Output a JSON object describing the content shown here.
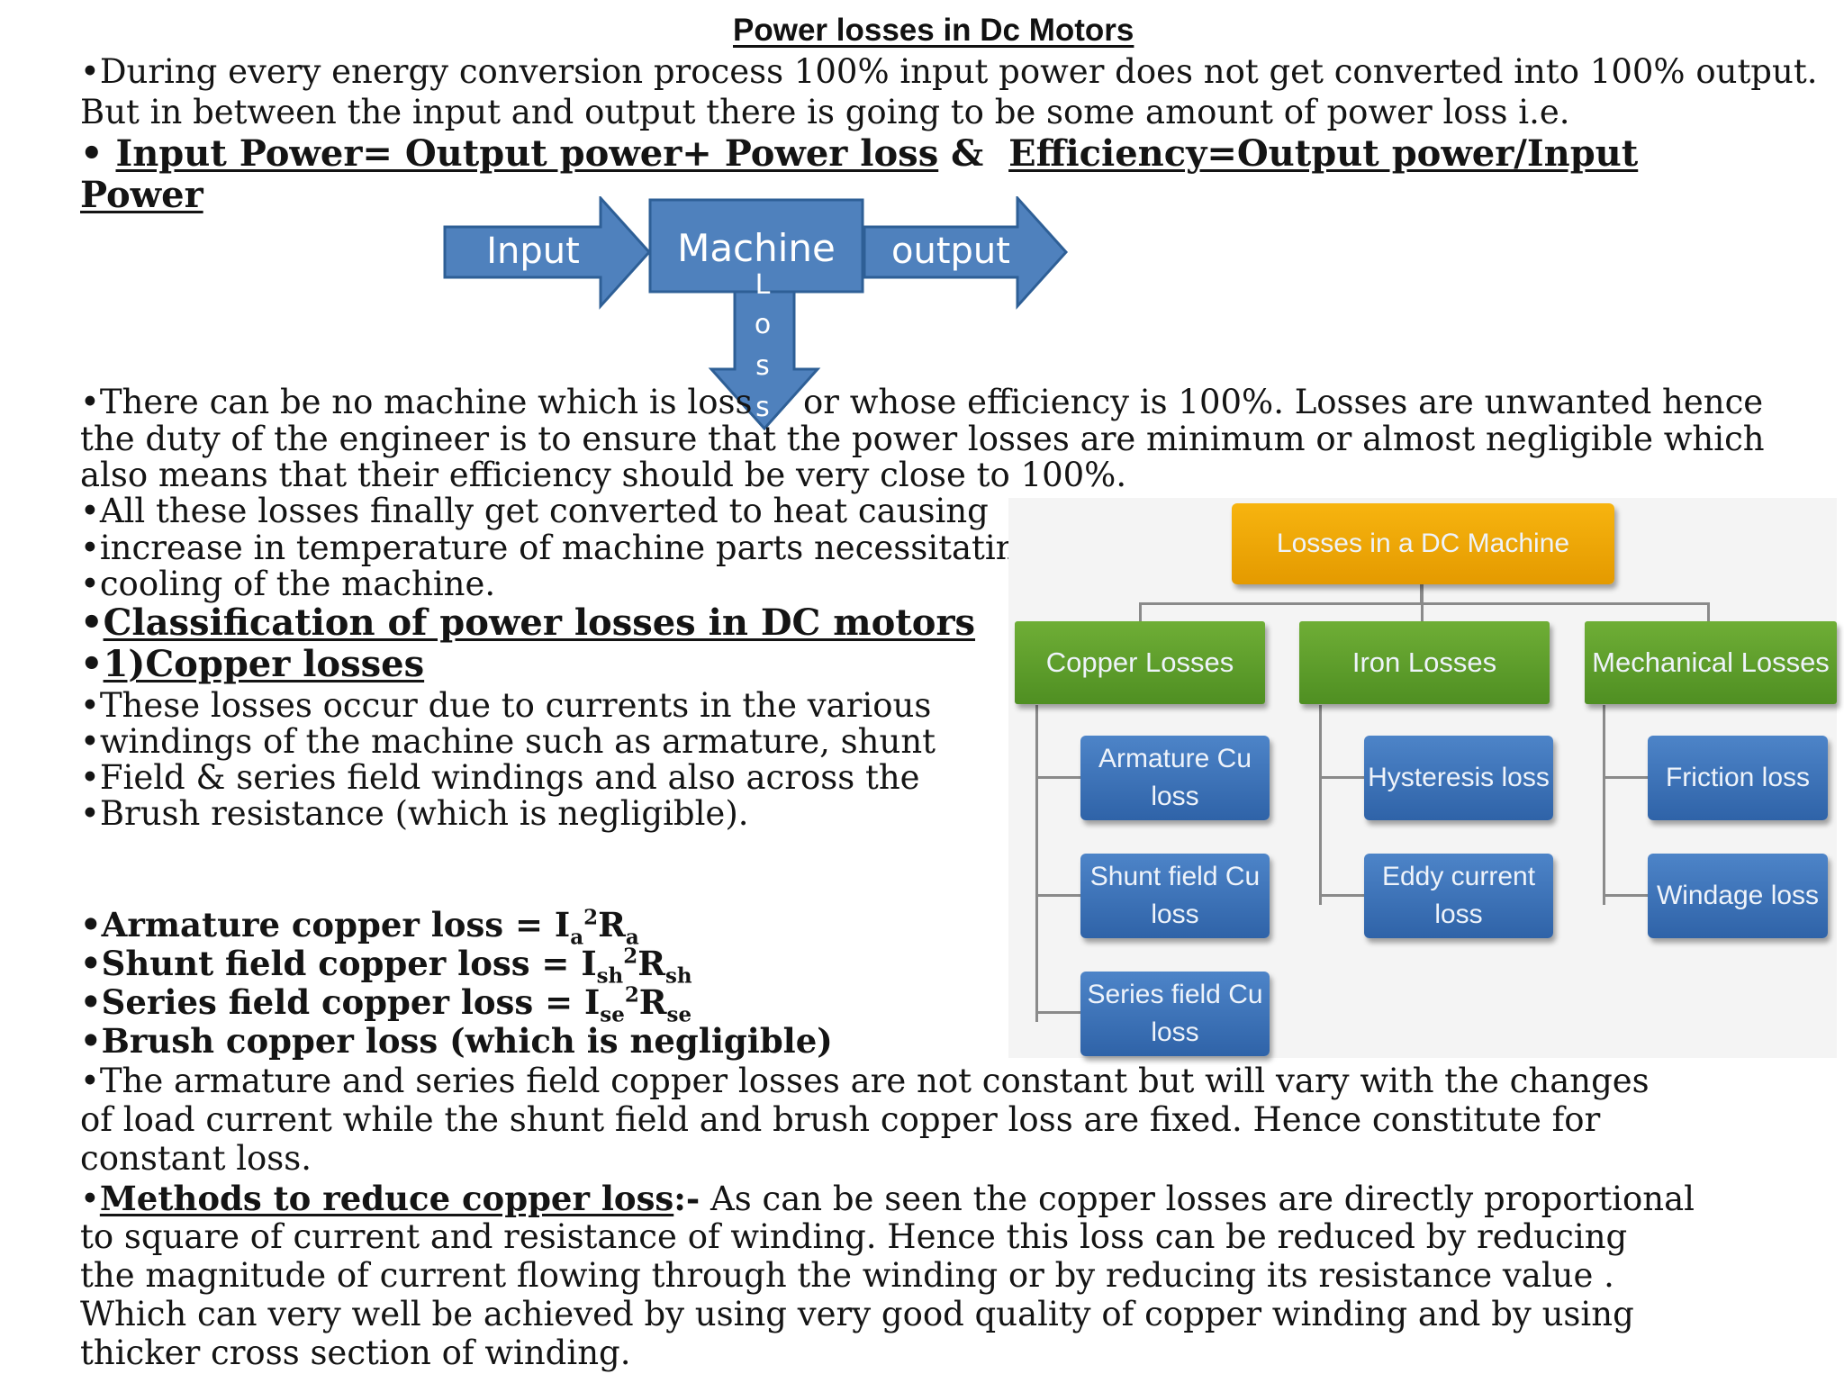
{
  "title": "Power losses in Dc Motors",
  "intro": {
    "line1": "•During every energy conversion process 100% input power does not get converted into 100% output.",
    "line2": "But in between the input and output there is going to be some amount of power loss i.e.",
    "bullet": "• ",
    "formula1": "Input Power= Output power+ Power loss",
    "amp": " & ",
    "formula2a": "Efficiency=Output power/Input",
    "formula2b": "Power"
  },
  "flow": {
    "input": "Input",
    "machine": "Machine",
    "output": "output",
    "loss_letters": [
      "L",
      "o",
      "s",
      "s"
    ]
  },
  "para2": {
    "line1a": "•There can be no machine which is loss",
    "line1b": "or whose efficiency is 100%. Losses are unwanted hence",
    "line2": "the duty of the engineer is to ensure that the power losses are minimum or almost negligible which",
    "line3": "also means that their efficiency should be very close to 100%."
  },
  "heat": [
    "•All these losses finally get converted to heat causing",
    "•increase in temperature of machine parts necessitating",
    "•cooling of the machine."
  ],
  "classification_heading": "Classification of power losses in DC motors",
  "copper_heading": "1)Copper losses",
  "copper_desc": [
    "•These losses occur due to currents in the various",
    "•windings of the machine such as armature, shunt",
    "•Field & series field windings and also across the",
    "•Brush resistance (which is negligible)."
  ],
  "formulas": {
    "armature": {
      "label": "•Armature copper loss = I",
      "s1": "a",
      "mid": "R",
      "s2": "a",
      "sup": "2"
    },
    "shunt": {
      "label": "•Shunt field copper loss = I",
      "s1": "sh",
      "mid": "R",
      "s2": "sh",
      "sup": "2"
    },
    "series": {
      "label": "•Series field copper loss = I",
      "s1": "se",
      "mid": "R",
      "s2": "se",
      "sup": "2"
    },
    "brush": "•Brush copper loss (which is negligible)"
  },
  "variation": [
    "•The armature and series field copper  losses are not constant but will vary with the  changes",
    "of load current while the shunt field and brush copper loss are fixed. Hence constitute for",
    "constant loss."
  ],
  "methods": {
    "bullet": "•",
    "heading": "Methods to reduce copper loss",
    "dash": ":-",
    "line1": " As can be seen the copper losses are directly proportional",
    "line2": "to square of current and resistance of winding. Hence this loss can be reduced by reducing",
    "line3": "the magnitude of current flowing through the winding or by reducing its resistance value .",
    "line4": "Which can very well be achieved by using very good quality of copper winding and by using",
    "line5": "thicker cross section of winding."
  },
  "chart": {
    "root": "Losses in a DC Machine",
    "copper": "Copper Losses",
    "iron": "Iron Losses",
    "mechanical": "Mechanical Losses",
    "armature_cu": "Armature Cu loss",
    "shunt_cu": "Shunt field Cu loss",
    "series_cu": "Series field Cu loss",
    "hysteresis": "Hysteresis loss",
    "eddy": "Eddy current loss",
    "friction": "Friction loss",
    "windage": "Windage loss",
    "colors": {
      "root": "#f2aa05",
      "category": "#5f9e2c",
      "leaf": "#3b72b9",
      "arrow": "#4f81bd"
    }
  }
}
